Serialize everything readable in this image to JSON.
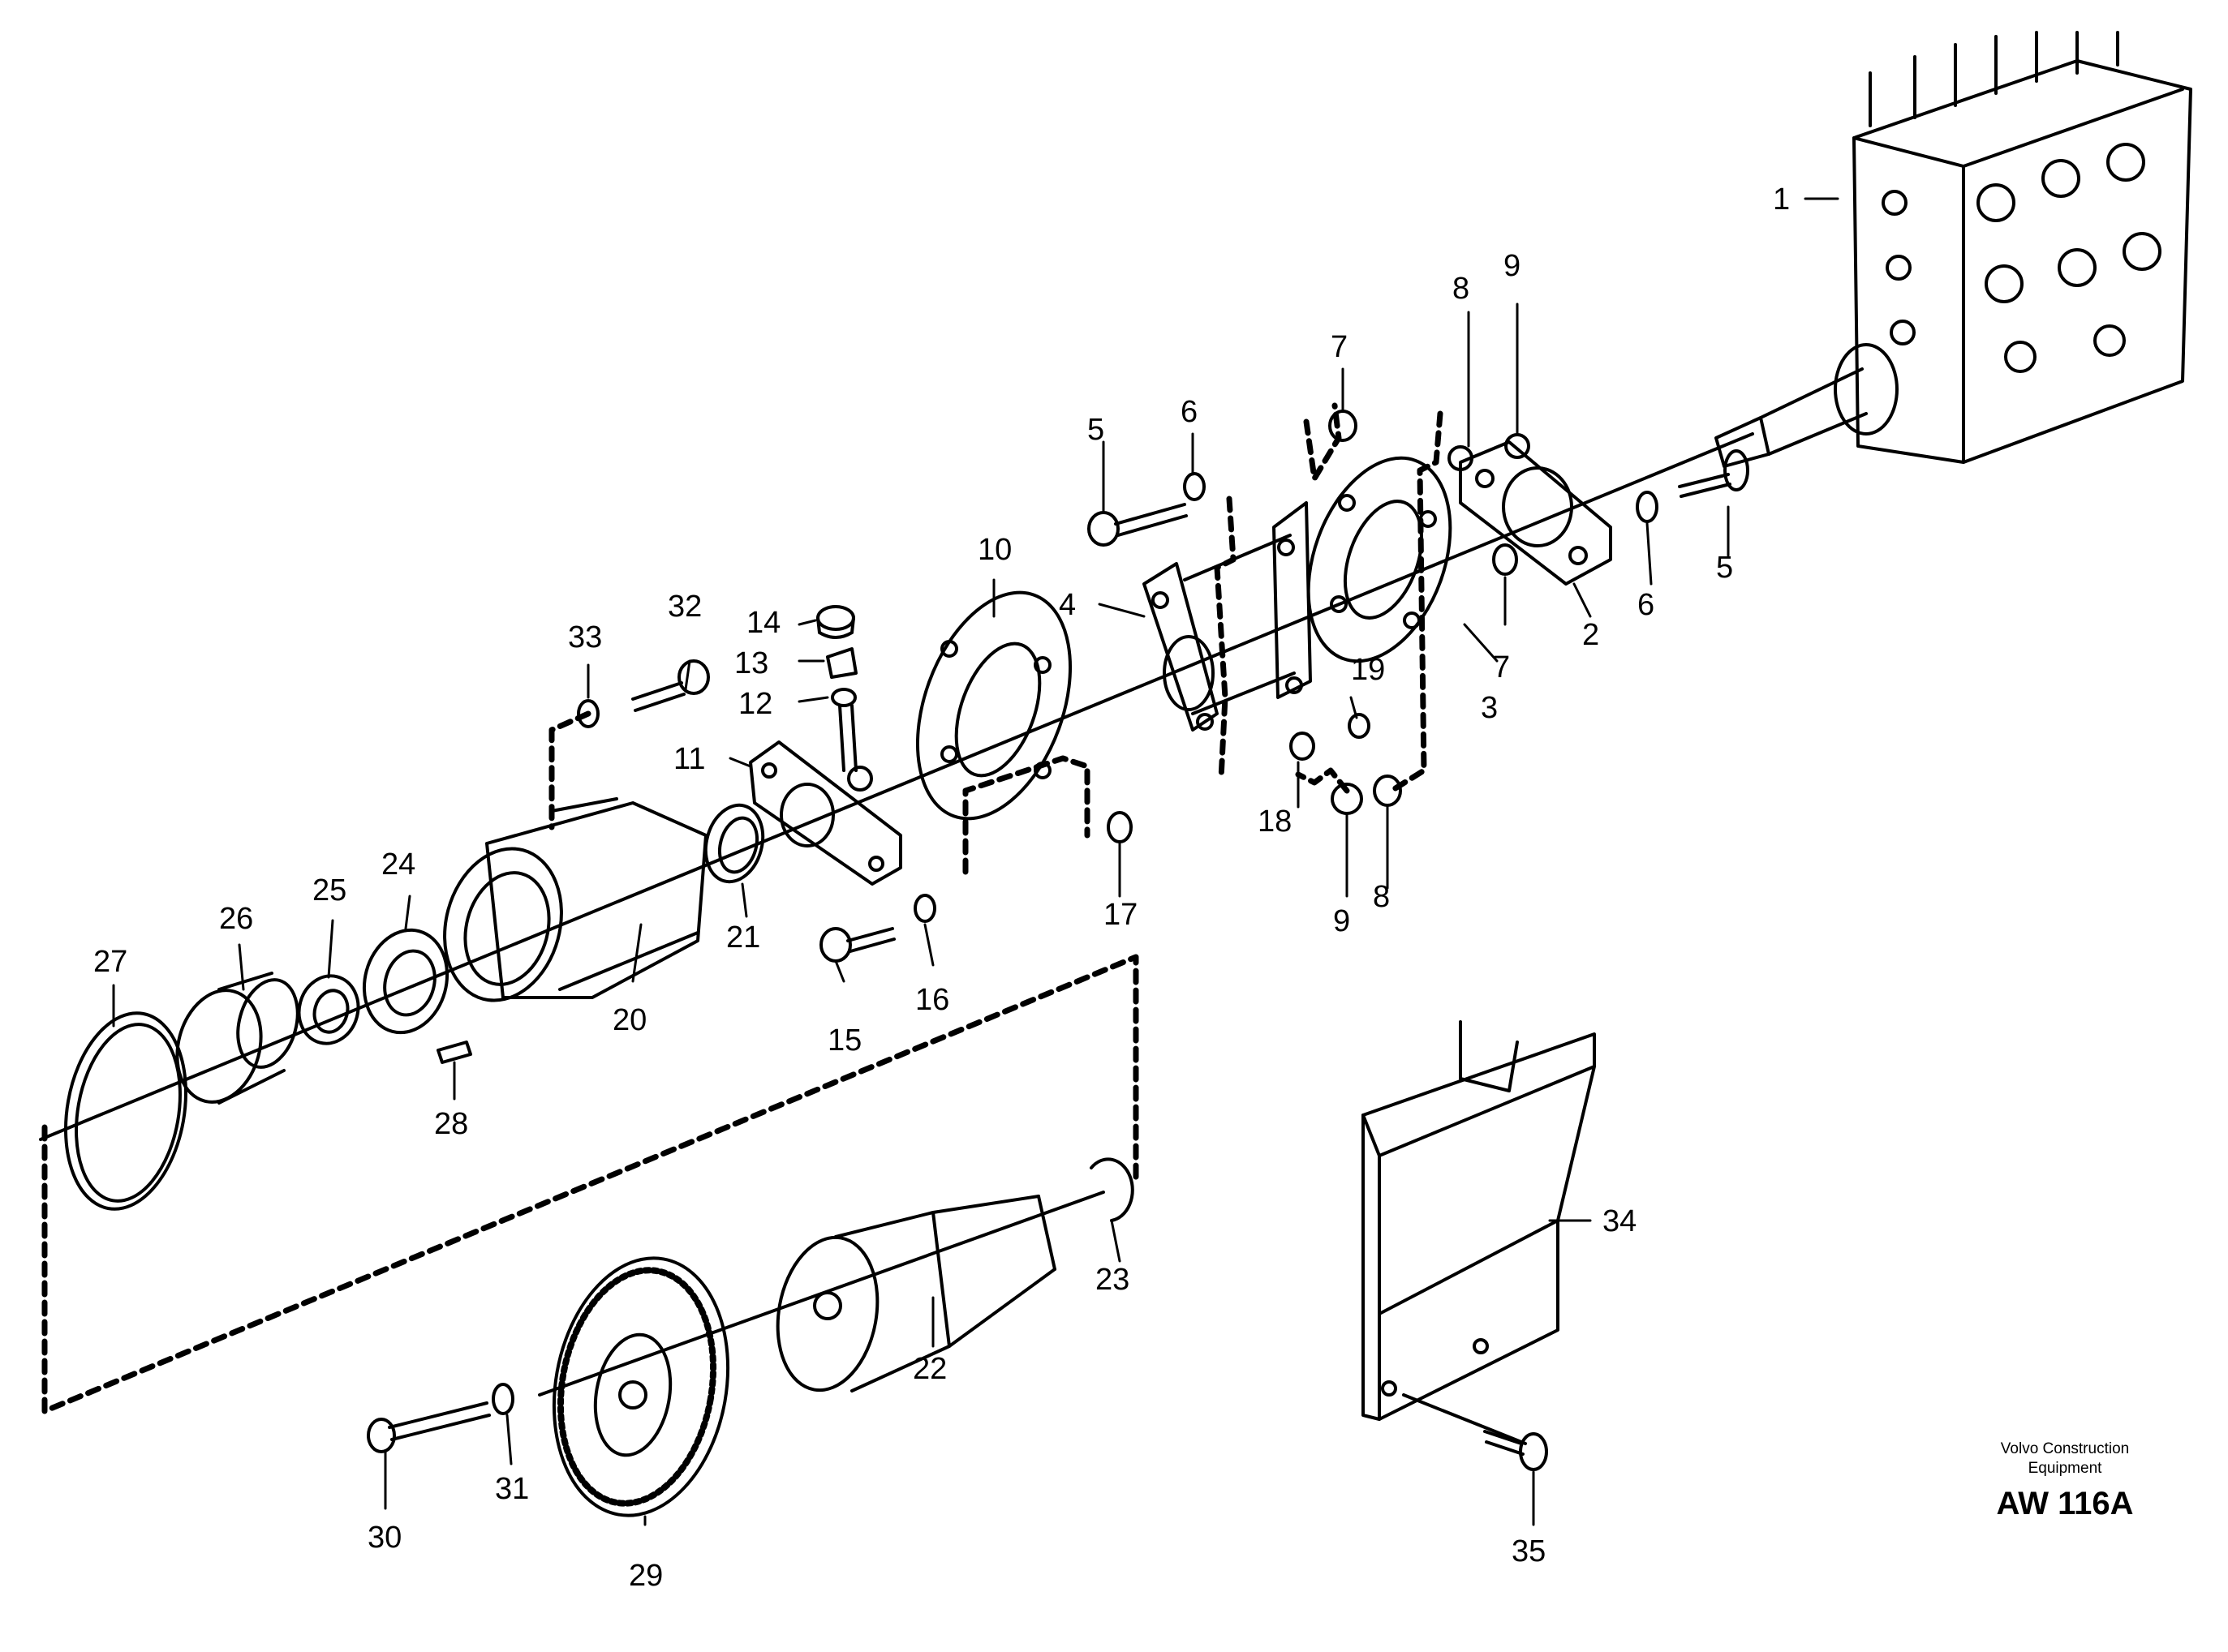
{
  "parts": [
    "1",
    "2",
    "3",
    "4",
    "5",
    "5",
    "6",
    "6",
    "7",
    "7",
    "8",
    "8",
    "9",
    "9",
    "10",
    "11",
    "12",
    "13",
    "14",
    "15",
    "16",
    "17",
    "18",
    "19",
    "20",
    "21",
    "22",
    "23",
    "24",
    "25",
    "26",
    "27",
    "28",
    "29",
    "30",
    "31",
    "32",
    "33",
    "34",
    "35"
  ],
  "credit": {
    "line1": "Volvo Construction",
    "line2": "Equipment",
    "code": "AW 116A"
  },
  "colors": {
    "ink": "#000000",
    "paper": "#ffffff"
  }
}
